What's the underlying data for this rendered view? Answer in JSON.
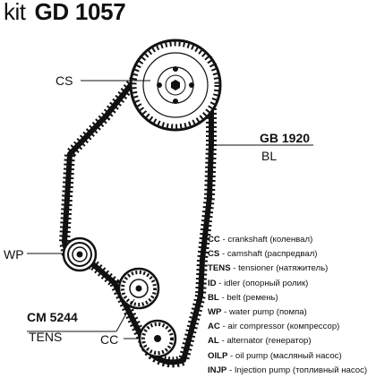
{
  "title": {
    "prefix": "kit",
    "code": "GD 1057"
  },
  "labels": {
    "cs_top": "CS",
    "belt_code": "GB 1920",
    "belt_type": "BL",
    "wp": "WP",
    "tens_code": "CM 5244",
    "tens_type": "TENS",
    "cc": "CC"
  },
  "legend": [
    {
      "abbr": "CC",
      "desc": "crankshaft (коленвал)"
    },
    {
      "abbr": "CS",
      "desc": "camshaft (распредвал)"
    },
    {
      "abbr": "TENS",
      "desc": "tensioner (натяжитель)"
    },
    {
      "abbr": "ID",
      "desc": "idler (опорный ролик)"
    },
    {
      "abbr": "BL",
      "desc": "belt (ремень)"
    },
    {
      "abbr": "WP",
      "desc": "water pump (помпа)"
    },
    {
      "abbr": "AC",
      "desc": "air compressor (компрессор)"
    },
    {
      "abbr": "AL",
      "desc": "alternator (генератор)"
    },
    {
      "abbr": "OILP",
      "desc": "oil pump (масляный насос)"
    },
    {
      "abbr": "INJP",
      "desc": "Injection pump (топливный насос)"
    }
  ],
  "colors": {
    "ink": "#111111",
    "background": "#ffffff"
  }
}
